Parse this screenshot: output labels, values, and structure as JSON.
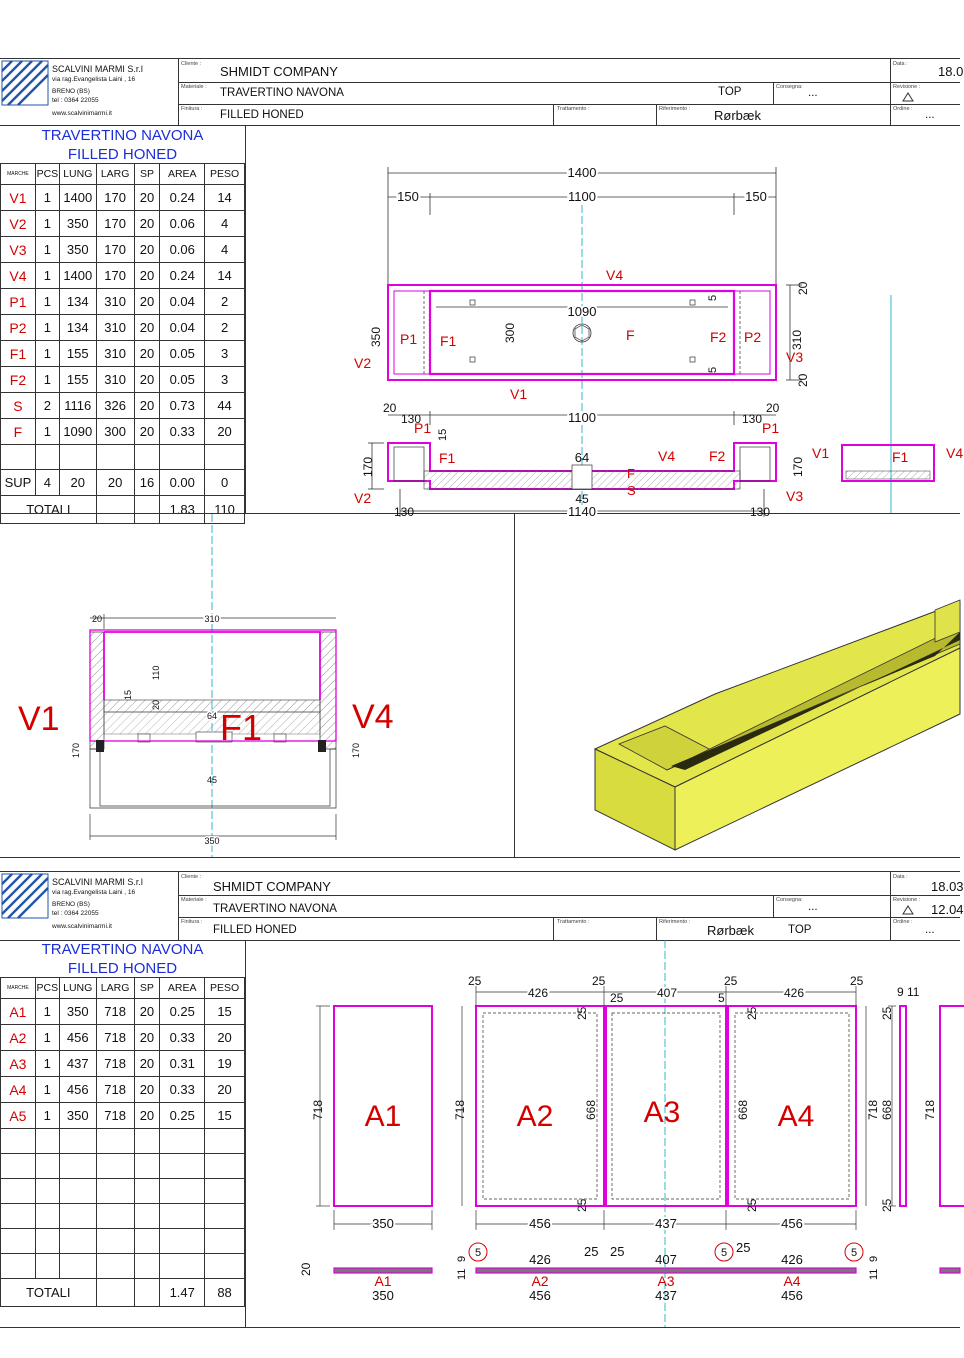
{
  "company": {
    "name": "SCALVINI MARMI   S.r.l",
    "address": "via rag.Evangelista Laini , 16",
    "city": "BRENO    (BS)",
    "phone": "tel : 0364 22055",
    "website": "www.scalvinimarmi.it"
  },
  "labels": {
    "cliente": "Cliente :",
    "materiale": "Materiale :",
    "finitura": "Finitura :",
    "trattamento": "Trattamento :",
    "riferimento": "Riferimento :",
    "consegna": "Consegna:",
    "data": "Data :",
    "revisione": "Revisione :",
    "ordine": "Ordine :"
  },
  "sheet1": {
    "client": "SHMIDT COMPANY",
    "material": "TRAVERTINO NAVONA",
    "type": "TOP",
    "finish": "FILLED HONED",
    "reference": "Rørbæk",
    "consegna": "...",
    "date": "18.0",
    "ordine": "...",
    "mat_line1": "TRAVERTINO NAVONA",
    "mat_line2": "FILLED HONED",
    "columns": [
      "MARCHE",
      "PCS",
      "LUNG",
      "LARG",
      "SP",
      "AREA",
      "PESO"
    ],
    "rows": [
      [
        "V1",
        "1",
        "1400",
        "170",
        "20",
        "0.24",
        "14"
      ],
      [
        "V2",
        "1",
        "350",
        "170",
        "20",
        "0.06",
        "4"
      ],
      [
        "V3",
        "1",
        "350",
        "170",
        "20",
        "0.06",
        "4"
      ],
      [
        "V4",
        "1",
        "1400",
        "170",
        "20",
        "0.24",
        "14"
      ],
      [
        "P1",
        "1",
        "134",
        "310",
        "20",
        "0.04",
        "2"
      ],
      [
        "P2",
        "1",
        "134",
        "310",
        "20",
        "0.04",
        "2"
      ],
      [
        "F1",
        "1",
        "155",
        "310",
        "20",
        "0.05",
        "3"
      ],
      [
        "F2",
        "1",
        "155",
        "310",
        "20",
        "0.05",
        "3"
      ],
      [
        "S",
        "2",
        "1116",
        "326",
        "20",
        "0.73",
        "44"
      ],
      [
        "F",
        "1",
        "1090",
        "300",
        "20",
        "0.33",
        "20"
      ]
    ],
    "sup_row": [
      "SUP",
      "4",
      "20",
      "20",
      "16",
      "0.00",
      "0"
    ],
    "total_label": "TOTALI",
    "total_area": "1.83",
    "total_weight": "110"
  },
  "sheet2": {
    "client": "SHMIDT COMPANY",
    "material": "TRAVERTINO NAVONA",
    "type": "TOP",
    "finish": "FILLED HONED",
    "reference": "Rørbæk",
    "consegna": "...",
    "date": "18.03",
    "revision": "12.04",
    "ordine": "...",
    "mat_line1": "TRAVERTINO NAVONA",
    "mat_line2": "FILLED HONED",
    "columns": [
      "MARCHE",
      "PCS",
      "LUNG",
      "LARG",
      "SP",
      "AREA",
      "PESO"
    ],
    "rows": [
      [
        "A1",
        "1",
        "350",
        "718",
        "20",
        "0.25",
        "15"
      ],
      [
        "A2",
        "1",
        "456",
        "718",
        "20",
        "0.33",
        "20"
      ],
      [
        "A3",
        "1",
        "437",
        "718",
        "20",
        "0.31",
        "19"
      ],
      [
        "A4",
        "1",
        "456",
        "718",
        "20",
        "0.33",
        "20"
      ],
      [
        "A5",
        "1",
        "350",
        "718",
        "20",
        "0.25",
        "15"
      ]
    ],
    "total_label": "TOTALI",
    "total_area": "1.47",
    "total_weight": "88"
  },
  "drawing1": {
    "dims": {
      "d1400": "1400",
      "d150": "150",
      "d1100": "1100",
      "d1090": "1090",
      "d20": "20",
      "d5": "5",
      "d350": "350",
      "d300": "300",
      "d310": "310",
      "d130": "130",
      "d15": "15",
      "d170": "170",
      "d64": "64",
      "d45": "45",
      "d1140": "1140"
    },
    "marks": {
      "V1": "V1",
      "V2": "V2",
      "V3": "V3",
      "V4": "V4",
      "P1": "P1",
      "P2": "P2",
      "F1": "F1",
      "F2": "F2",
      "F": "F",
      "S": "S"
    }
  },
  "drawing2": {
    "dims": {
      "d20": "20",
      "d310": "310",
      "d15": "15",
      "d110": "110",
      "d64": "64",
      "d45": "45",
      "d170": "170",
      "d350": "350"
    },
    "marks": {
      "V1": "V1",
      "V4": "V4",
      "F1": "F1"
    }
  },
  "drawing3": {
    "dims": {
      "d25": "25",
      "d426": "426",
      "d407": "407",
      "d5": "5",
      "d9": "9",
      "d11": "11",
      "d718": "718",
      "d668": "668",
      "d350": "350",
      "d456": "456",
      "d437": "437",
      "d20": "20"
    },
    "marks": {
      "A1": "A1",
      "A2": "A2",
      "A3": "A3",
      "A4": "A4"
    }
  },
  "colors": {
    "accent": "#d40000",
    "mat_blue": "#1c2ed6",
    "outline": "#e000e0",
    "cyan": "#00a8c8",
    "stone": "#e9ec4c"
  }
}
